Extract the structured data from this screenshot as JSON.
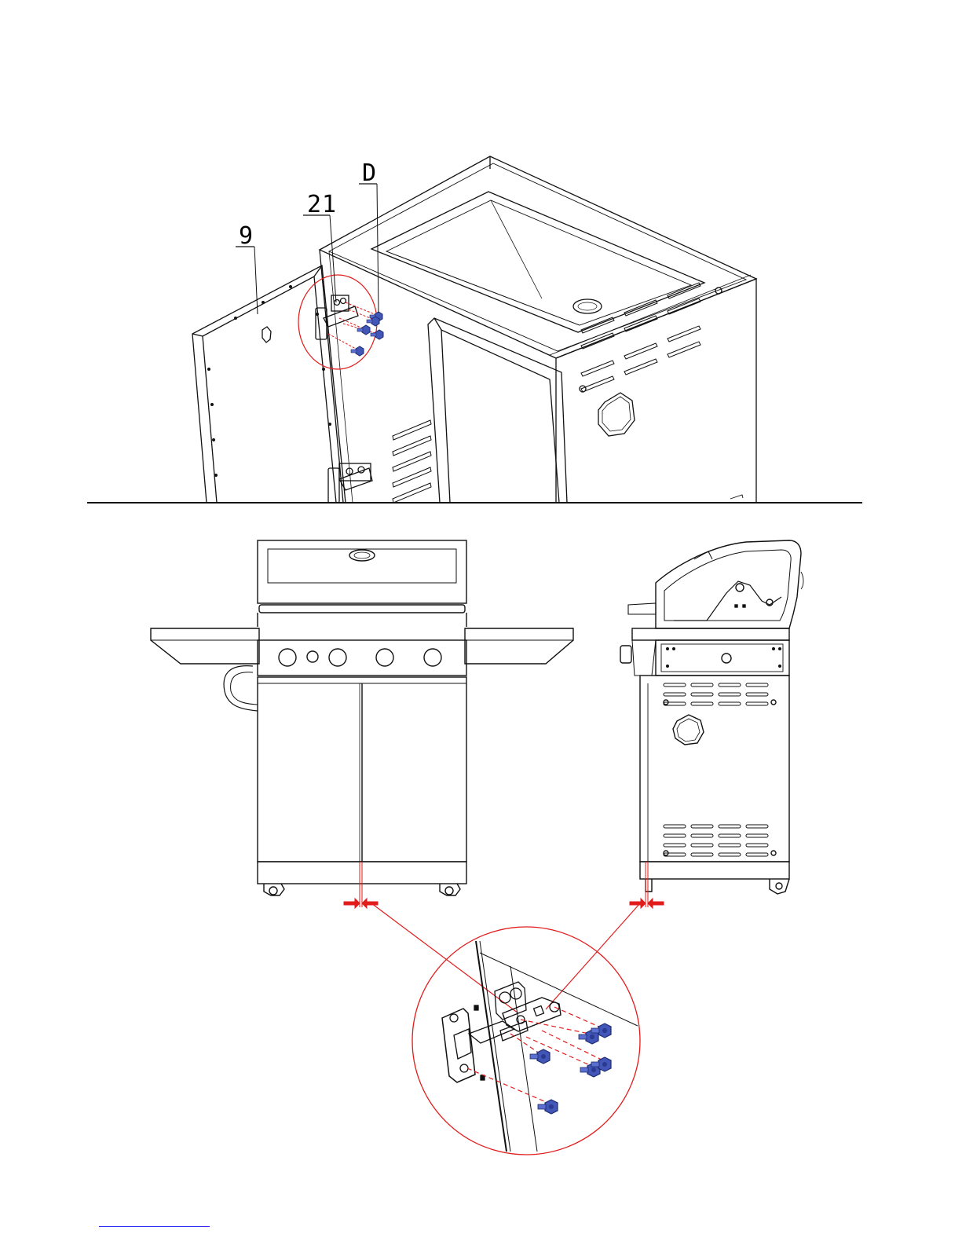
{
  "callouts": {
    "part_9": "9",
    "part_21": "21",
    "part_d": "D"
  },
  "colors": {
    "line": "#111111",
    "leader": "#e21b1b",
    "screw": "#4256b8",
    "link": "#2d2df0"
  },
  "icons": {
    "screw": "screw-icon",
    "hinge": "hinge-icon",
    "arrow": "arrow-icon"
  }
}
